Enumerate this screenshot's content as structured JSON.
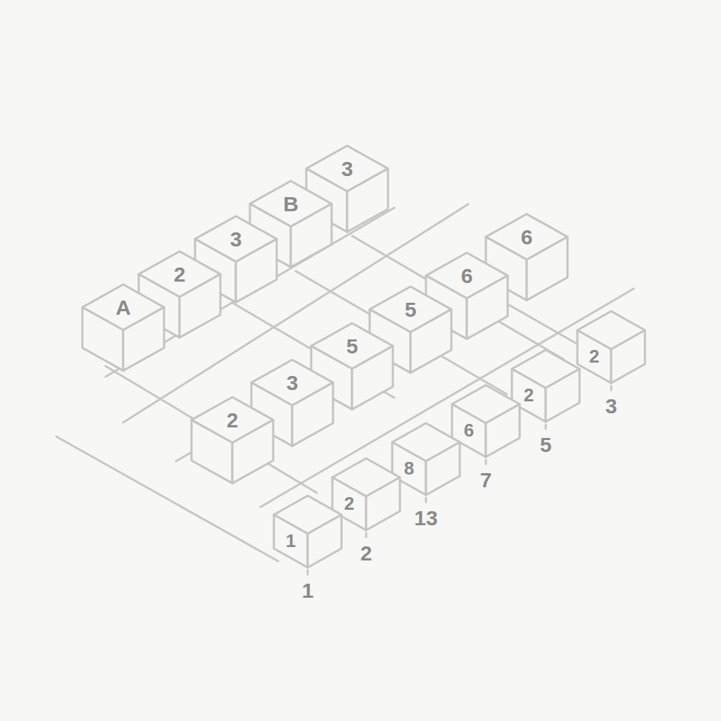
{
  "diagram": {
    "nodes": [
      {
        "text": [
          "A"
        ]
      },
      {
        "text": [
          "2"
        ]
      },
      {
        "text": [
          "3"
        ]
      },
      {
        "text": [
          "B"
        ]
      },
      {
        "text": [
          "3"
        ]
      },
      {
        "text": [
          "2"
        ]
      },
      {
        "text": [
          "3"
        ]
      },
      {
        "text": [
          "5"
        ]
      },
      {
        "text": [
          "5"
        ]
      },
      {
        "text": [
          "6"
        ]
      },
      {
        "text": [
          "6"
        ]
      },
      {
        "text": [
          "1"
        ]
      },
      {
        "text": [
          "2"
        ]
      },
      {
        "text": [
          "8"
        ]
      },
      {
        "text": [
          "6"
        ]
      },
      {
        "text": [
          "2"
        ]
      },
      {
        "text": [
          "2"
        ]
      }
    ],
    "labels": [
      "1",
      "2",
      "13",
      "7",
      "5",
      "3"
    ]
  }
}
